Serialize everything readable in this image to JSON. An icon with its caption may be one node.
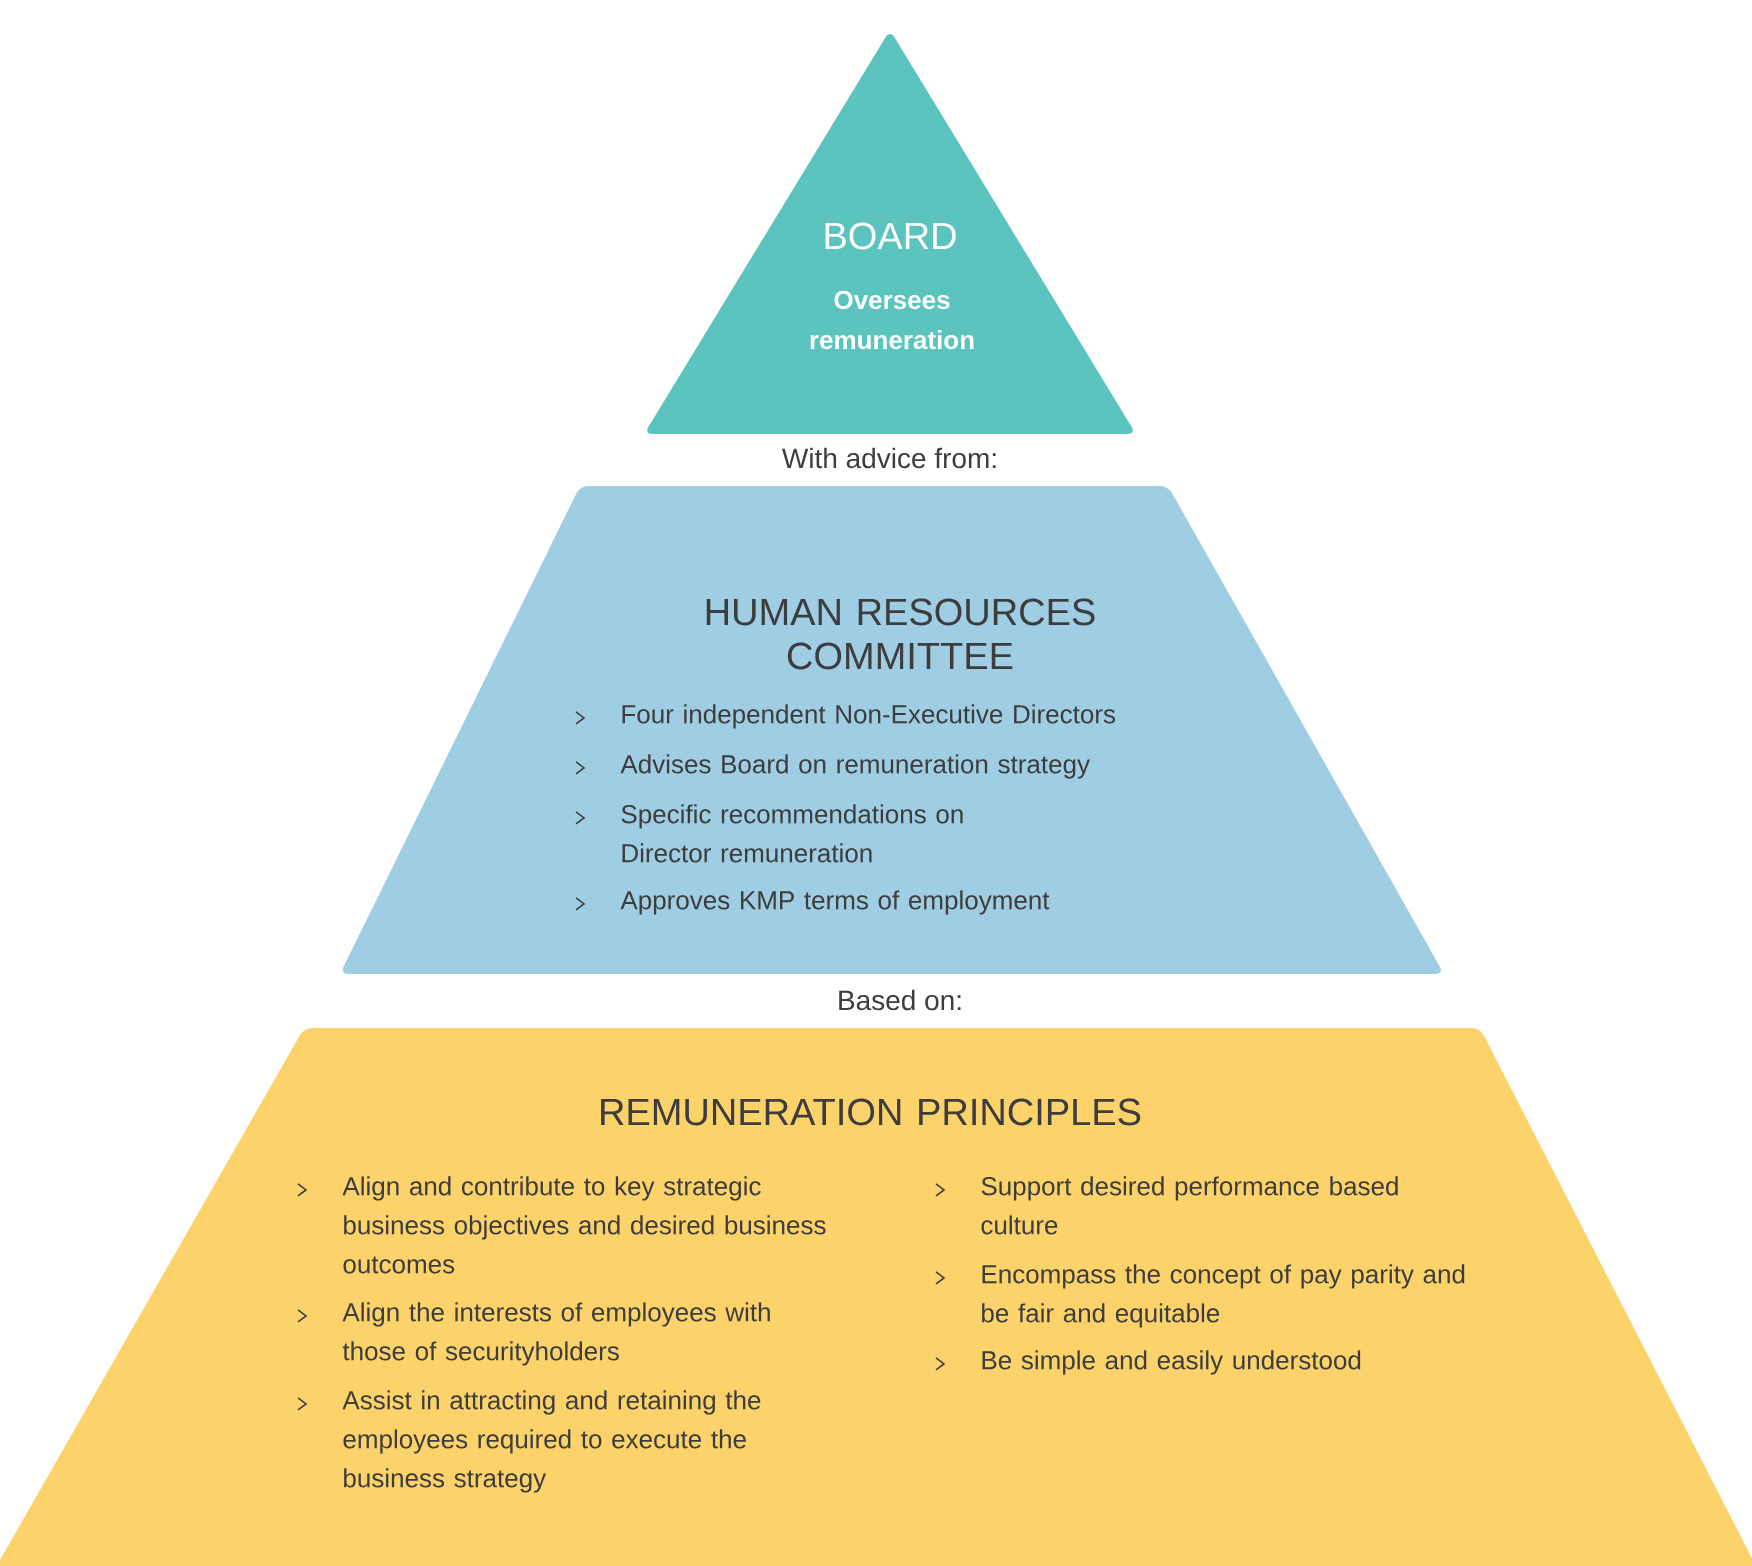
{
  "diagram": {
    "nodes": [
      {
        "text": [
          "BOARD",
          "Oversees remuneration"
        ]
      },
      {
        "text": [
          "HUMAN RESOURCES COMMITTEE",
          "Four independent Non-Executive Directors",
          "Advises Board on remuneration strategy",
          "Specific recommendations on Director remuneration",
          "Approves KMP terms of employment"
        ]
      },
      {
        "text": [
          "REMUNERATION PRINCIPLES",
          "Align and contribute to key strategic business objectives and desired business outcomes",
          "Align the interests of employees with those of securityholders",
          "Assist in attracting and retaining the employees required to execute the business strategy",
          "Support desired performance based culture",
          "Encompass the concept of pay parity and be fair and equitable",
          "Be simple and easily understood"
        ]
      }
    ],
    "labels": [
      "With advice from:",
      "Based on:"
    ]
  }
}
